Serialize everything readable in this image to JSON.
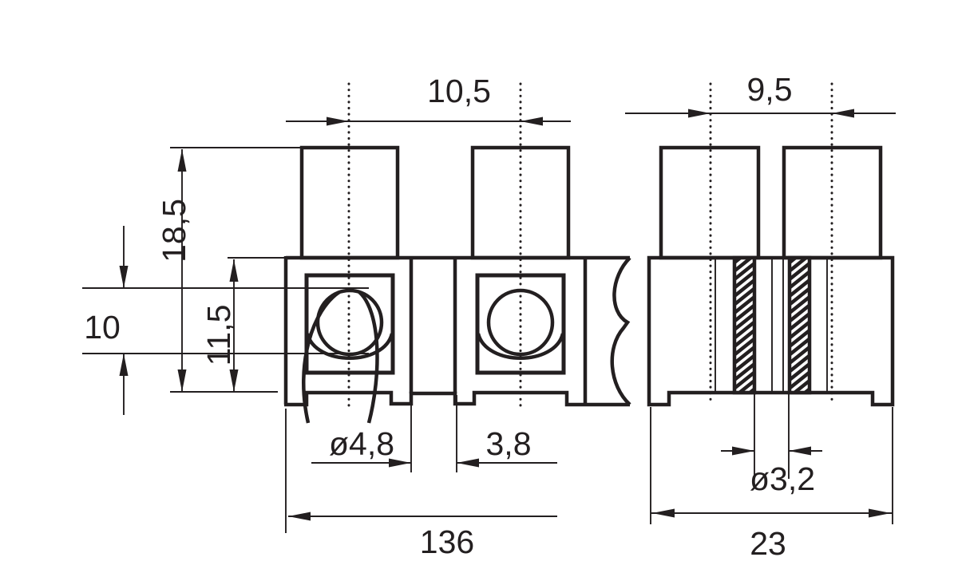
{
  "colors": {
    "line": "#231f20",
    "background": "#ffffff"
  },
  "front_view": {
    "pole_pitch": "10,5",
    "overall_height": "18,5",
    "body_height": "11,5",
    "wire_entry_height": "10",
    "wire_hole_diameter": "ø4,8",
    "partition_gap": "3,8",
    "overall_length": "136"
  },
  "side_view": {
    "screw_pitch": "9,5",
    "mounting_hole_diameter": "ø3,2",
    "overall_depth": "23"
  }
}
